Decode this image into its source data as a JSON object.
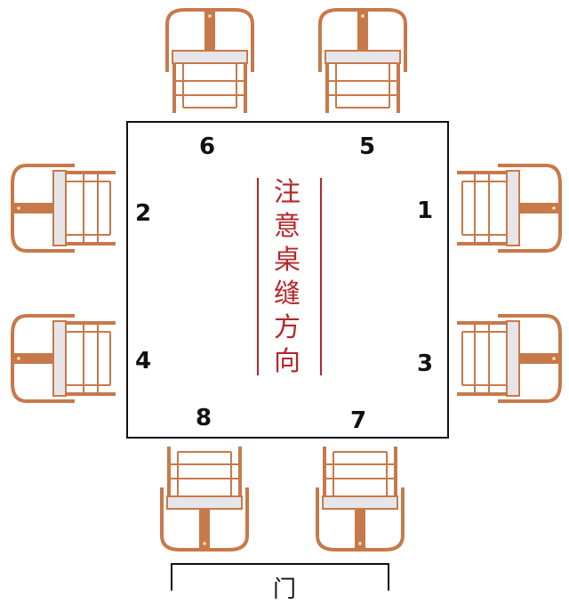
{
  "note_chars": [
    "注",
    "意",
    "桌",
    "缝",
    "方",
    "向"
  ],
  "seats": {
    "s1": "1",
    "s2": "2",
    "s3": "3",
    "s4": "4",
    "s5": "5",
    "s6": "6",
    "s7": "7",
    "s8": "8"
  },
  "door": "门",
  "colors": {
    "wood": "#c8794a",
    "seat_cushion": "#e6e6ea",
    "note_line": "#b5262a",
    "table_border": "#111111"
  }
}
